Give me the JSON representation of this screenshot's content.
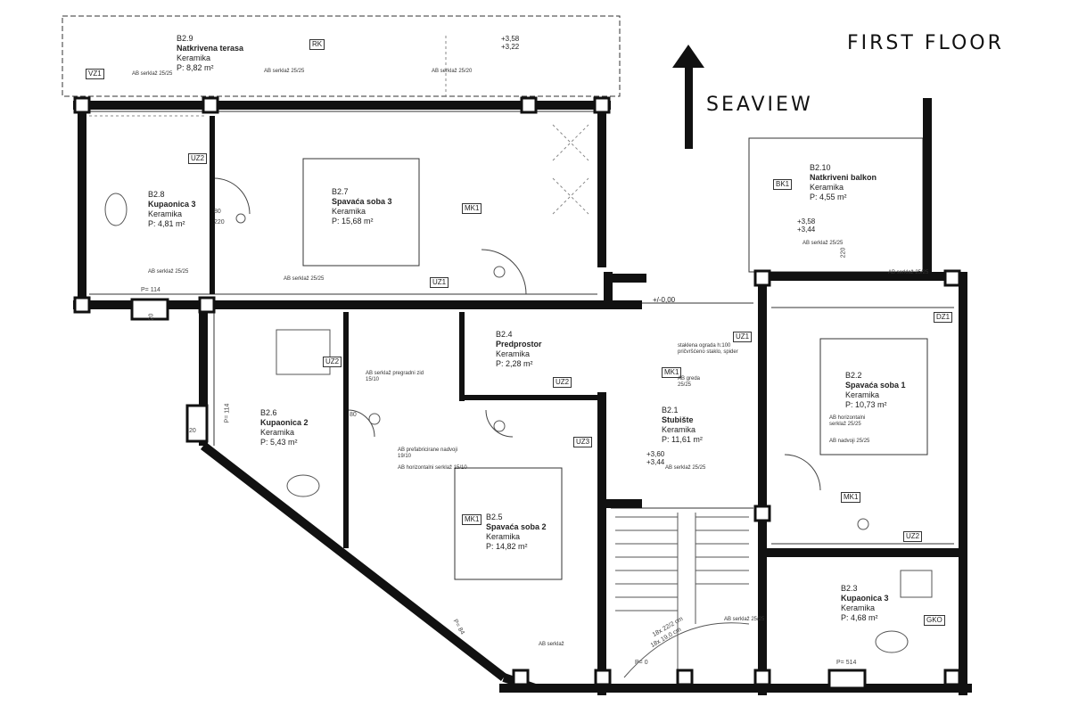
{
  "header": {
    "title": "FIRST FLOOR",
    "orientation": "SEAVIEW"
  },
  "rooms": [
    {
      "code": "B2.9",
      "name": "Natkrivena terasa",
      "material": "Keramika",
      "area": "P: 8,82 m²"
    },
    {
      "code": "B2.7",
      "name": "Spavaća soba 3",
      "material": "Keramika",
      "area": "P: 15,68 m²"
    },
    {
      "code": "B2.8",
      "name": "Kupaonica 3",
      "material": "Keramika",
      "area": "P: 4,81 m²"
    },
    {
      "code": "B2.10",
      "name": "Natkriveni balkon",
      "material": "Keramika",
      "area": "P: 4,55 m²"
    },
    {
      "code": "B2.4",
      "name": "Predprostor",
      "material": "Keramika",
      "area": "P: 2,28 m²"
    },
    {
      "code": "B2.1",
      "name": "Stubište",
      "material": "Keramika",
      "area": "P: 11,61 m²"
    },
    {
      "code": "B2.2",
      "name": "Spavaća soba 1",
      "material": "Keramika",
      "area": "P: 10,73 m²"
    },
    {
      "code": "B2.6",
      "name": "Kupaonica 2",
      "material": "Keramika",
      "area": "P: 5,43 m²"
    },
    {
      "code": "B2.5",
      "name": "Spavaća soba 2",
      "material": "Keramika",
      "area": "P: 14,82 m²"
    },
    {
      "code": "B2.3",
      "name": "Kupaonica 3",
      "material": "Keramika",
      "area": "P: 4,68 m²"
    }
  ],
  "tags": [
    "RK",
    "VZ1",
    "UZ2",
    "MK1",
    "UZ1",
    "BK1",
    "DZ1",
    "UZ1",
    "UZ2",
    "UZ2",
    "MK1",
    "UZ3",
    "MK1",
    "MK1",
    "UZ2",
    "GKO"
  ],
  "levels": [
    {
      "upper": "+3,58",
      "lower": "+3,22"
    },
    {
      "upper": "+3,58",
      "lower": "+3,44"
    },
    {
      "upper": "+3,60",
      "lower": "+3,44"
    },
    {
      "upper": "+/-0,00",
      "lower": ""
    }
  ],
  "notes": [
    "AB serklaž 25/25",
    "AB serklaž 25/25",
    "AB serklaž 25/20",
    "AB serklaž 25/25",
    "AB serklaž 25/25",
    "AB serklaž 25/25",
    "AB serklaž pregradni zid 15/10",
    "AB prefabriciranе nadvoji 19/10",
    "AB horizontalni serklaž 15/10",
    "staklena ograda h:100 pričvršćeno staklo, spider",
    "AB greda 25/25",
    "AB serklaž 25/25",
    "AB horizontalni serklaž 25/25",
    "AB nadvoji 25/25",
    "AB serklaž 25/25",
    "AB serklaž 25/25",
    "AB serklaž"
  ],
  "dims": [
    "P= 114",
    "P= 114",
    "P= 0",
    "P= 514",
    "P= 84",
    "220",
    "220",
    "80",
    "80",
    "20",
    "20",
    "18x 22/2 cm",
    "18x 19,0 cm"
  ]
}
